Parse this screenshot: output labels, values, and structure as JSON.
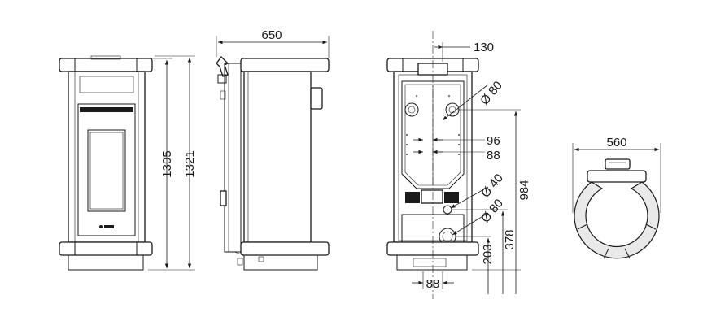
{
  "dimensions": {
    "front_height_inner": "1305",
    "front_height_outer": "1321",
    "side_depth": "650",
    "back_offset_top": "130",
    "back_flue_diameter": "Ø 80",
    "back_offset_96": "96",
    "back_offset_88": "88",
    "back_inlet_diameter_40": "Ø 40",
    "back_inlet_diameter_80": "Ø 80",
    "back_height_984": "984",
    "back_height_378": "378",
    "back_height_203": "203",
    "back_bottom_88": "88",
    "top_width": "560"
  },
  "colors": {
    "line": "#1a1a1a",
    "background": "#ffffff"
  }
}
